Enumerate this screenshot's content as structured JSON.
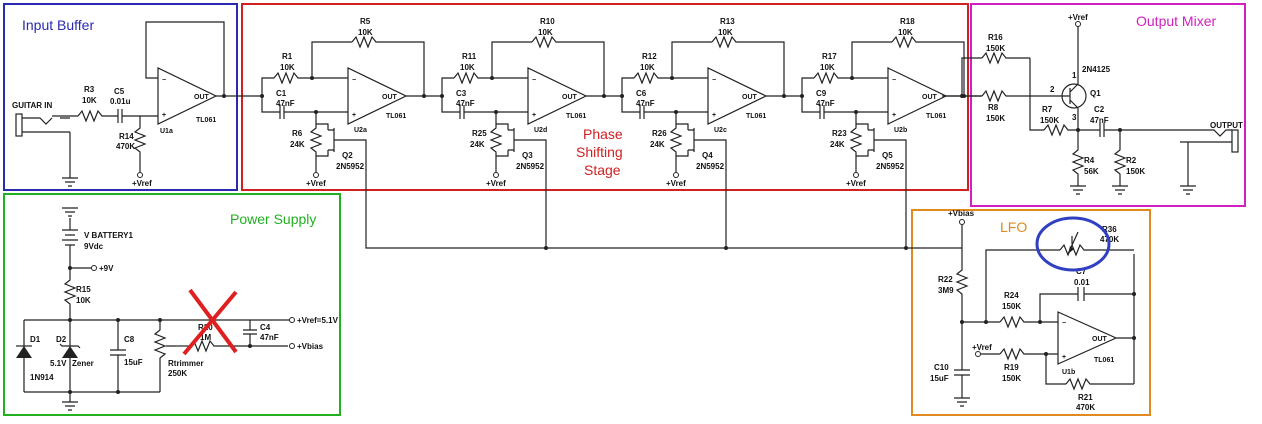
{
  "sections": {
    "input_buffer": {
      "title": "Input Buffer",
      "color": "#2a2ab0"
    },
    "phase_stage": {
      "title_lines": [
        "Phase",
        "Shifting",
        "Stage"
      ],
      "color": "#d02020"
    },
    "output_mixer": {
      "title": "Output Mixer",
      "color": "#d020c0"
    },
    "power_supply": {
      "title": "Power Supply",
      "color": "#20b020"
    },
    "lfo": {
      "title": "LFO",
      "color": "#e08a20"
    }
  },
  "annotation_color": "#3040c0",
  "strike_color": "#e02020",
  "input_buffer": {
    "guitar_in": "GUITAR IN",
    "r3": [
      "R3",
      "10K"
    ],
    "c5": [
      "C5",
      "0.01u"
    ],
    "r14": [
      "R14",
      "470K"
    ],
    "vref": "+Vref",
    "opamp": {
      "ref": "U1a",
      "part": "TL061",
      "out": "OUT"
    }
  },
  "stages": [
    {
      "r_in": [
        "R1",
        "10K"
      ],
      "r_fb": [
        "R5",
        "10K"
      ],
      "cap": [
        "C1",
        "47nF"
      ],
      "r_gate": [
        "R6",
        "24K"
      ],
      "jfet": [
        "Q2",
        "2N5952"
      ],
      "opamp": {
        "ref": "U2a",
        "part": "TL061",
        "out": "OUT"
      },
      "vref": "+Vref"
    },
    {
      "r_in": [
        "R11",
        "10K"
      ],
      "r_fb": [
        "R10",
        "10K"
      ],
      "cap": [
        "C3",
        "47nF"
      ],
      "r_gate": [
        "R25",
        "24K"
      ],
      "jfet": [
        "Q3",
        "2N5952"
      ],
      "opamp": {
        "ref": "U2d",
        "part": "TL061",
        "out": "OUT"
      },
      "vref": "+Vref"
    },
    {
      "r_in": [
        "R12",
        "10K"
      ],
      "r_fb": [
        "R13",
        "10K"
      ],
      "cap": [
        "C6",
        "47nF"
      ],
      "r_gate": [
        "R26",
        "24K"
      ],
      "jfet": [
        "Q4",
        "2N5952"
      ],
      "opamp": {
        "ref": "U2c",
        "part": "TL061",
        "out": "OUT"
      },
      "vref": "+Vref"
    },
    {
      "r_in": [
        "R17",
        "10K"
      ],
      "r_fb": [
        "R18",
        "10K"
      ],
      "cap": [
        "C9",
        "47nF"
      ],
      "r_gate": [
        "R23",
        "24K"
      ],
      "jfet": [
        "Q5",
        "2N5952"
      ],
      "opamp": {
        "ref": "U2b",
        "part": "TL061",
        "out": "OUT"
      },
      "vref": "+Vref"
    }
  ],
  "output_mixer": {
    "r16": [
      "R16",
      "150K"
    ],
    "r8": [
      "R8",
      "150K"
    ],
    "r7": [
      "R7",
      "150K"
    ],
    "c2": [
      "C2",
      "47nF"
    ],
    "r4": [
      "R4",
      "56K"
    ],
    "r2": [
      "R2",
      "150K"
    ],
    "q1": [
      "2N4125",
      "Q1"
    ],
    "vref": "+Vref",
    "output": "OUTPUT",
    "pins": [
      "1",
      "2",
      "3"
    ]
  },
  "power_supply": {
    "battery": [
      "V BATTERY1",
      "9Vdc"
    ],
    "plus9": "+9V",
    "r15": [
      "R15",
      "10K"
    ],
    "d1": [
      "D1",
      "1N914"
    ],
    "d2": [
      "D2",
      "5.1V",
      "Zener"
    ],
    "c8": [
      "C8",
      "15uF"
    ],
    "rtrim": [
      "Rtrimmer",
      "250K"
    ],
    "r20": [
      "R20",
      "1M"
    ],
    "c4": [
      "C4",
      "47nF"
    ],
    "vref_out": "+Vref=5.1V",
    "vbias_out": "+Vbias"
  },
  "lfo": {
    "vbias": "+Vbias",
    "r22": [
      "R22",
      "3M9"
    ],
    "c10": [
      "C10",
      "15uF"
    ],
    "r36": [
      "R36",
      "470K"
    ],
    "c7": [
      "C7",
      "0.01"
    ],
    "r24": [
      "R24",
      "150K"
    ],
    "r19": [
      "R19",
      "150K"
    ],
    "r21": [
      "R21",
      "470K"
    ],
    "vref": "+Vref",
    "opamp": {
      "ref": "U1b",
      "part": "TL061",
      "out": "OUT"
    }
  }
}
